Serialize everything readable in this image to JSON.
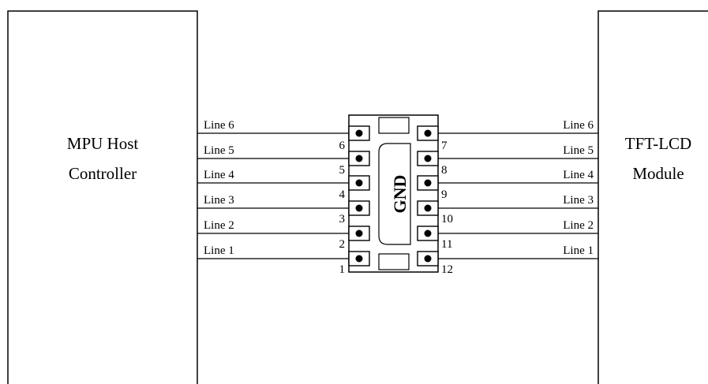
{
  "left_block": {
    "line1": "MPU Host",
    "line2": "Controller"
  },
  "right_block": {
    "line1": "TFT-LCD",
    "line2": "Module"
  },
  "chip": {
    "center_label": "GND"
  },
  "left_lines": [
    {
      "label": "Line 6",
      "pin": "6"
    },
    {
      "label": "Line 5",
      "pin": "5"
    },
    {
      "label": "Line 4",
      "pin": "4"
    },
    {
      "label": "Line 3",
      "pin": "3"
    },
    {
      "label": "Line 2",
      "pin": "2"
    },
    {
      "label": "Line 1",
      "pin": "1"
    }
  ],
  "right_lines": [
    {
      "label": "Line 6",
      "pin": "7"
    },
    {
      "label": "Line 5",
      "pin": "8"
    },
    {
      "label": "Line 4",
      "pin": "9"
    },
    {
      "label": "Line 3",
      "pin": "10"
    },
    {
      "label": "Line 2",
      "pin": "11"
    },
    {
      "label": "Line 1",
      "pin": "12"
    }
  ]
}
